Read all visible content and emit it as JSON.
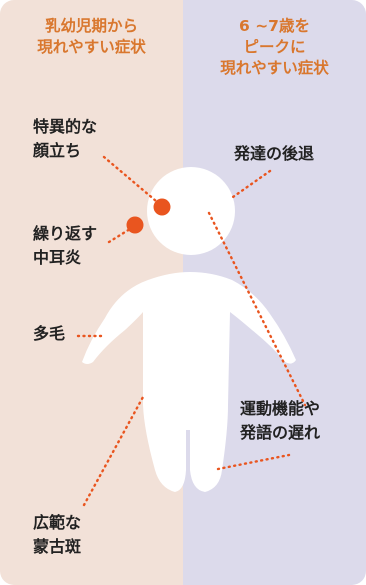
{
  "colors": {
    "left_bg": "#f2e1d8",
    "right_bg": "#dcdaeb",
    "header_text": "#d9772e",
    "dot": "#e9551f",
    "dotted_line": "#e9551f",
    "figure": "#ffffff"
  },
  "headers": {
    "left": "乳幼児期から\n現れやすい症状",
    "right": "6 ~7歳を\nピークに\n現れやすい症状"
  },
  "labels": {
    "face": "特異的な\n顔立ち",
    "otitis": "繰り返す\n中耳炎",
    "hair": "多毛",
    "mongolian": "広範な\n蒙古斑",
    "regression": "発達の後退",
    "delay": "運動機能や\n発語の遅れ"
  }
}
